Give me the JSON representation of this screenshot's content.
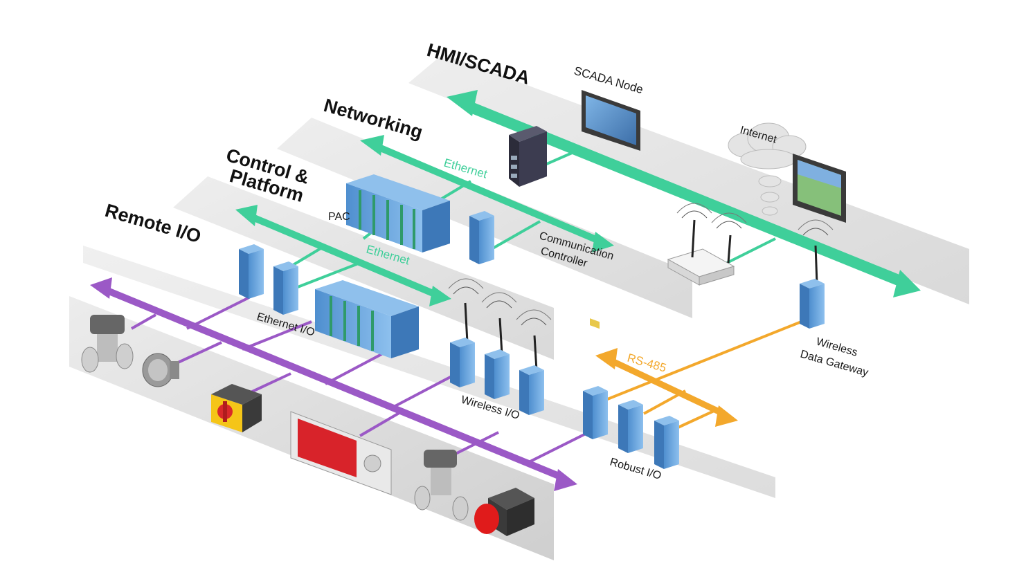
{
  "tiers": {
    "hmi": "HMI/SCADA",
    "networking": "Networking",
    "control_line1": "Control &",
    "control_line2": "Platform",
    "remote_io": "Remote I/O"
  },
  "labels": {
    "scada_node": "SCADA Node",
    "internet": "Internet",
    "ethernet_upper": "Ethernet",
    "ethernet_lower": "Ethernet",
    "pac": "PAC",
    "comm_line1": "Communication",
    "comm_line2": "Controller",
    "ethernet_io": "Ethernet I/O",
    "wireless_io": "Wireless I/O",
    "rs485": "RS-485",
    "wireless_gw_line1": "Wireless",
    "wireless_gw_line2": "Data Gateway",
    "robust_io": "Robust I/O"
  },
  "colors": {
    "ethernet_bus": "#3fcf9a",
    "fieldbus": "#9b59c6",
    "rs485": "#f3a82c",
    "module_blue": "#6ea8dc",
    "platform_gray": "#e3e3e3"
  },
  "icons": [
    "ethernet-switch-icon",
    "monitor-icon",
    "cloud-icon",
    "wireless-router-icon",
    "pac-rack-icon",
    "io-module-icon",
    "valve-icon",
    "speaker-icon",
    "rotary-switch-icon",
    "led-display-icon",
    "push-button-icon"
  ]
}
